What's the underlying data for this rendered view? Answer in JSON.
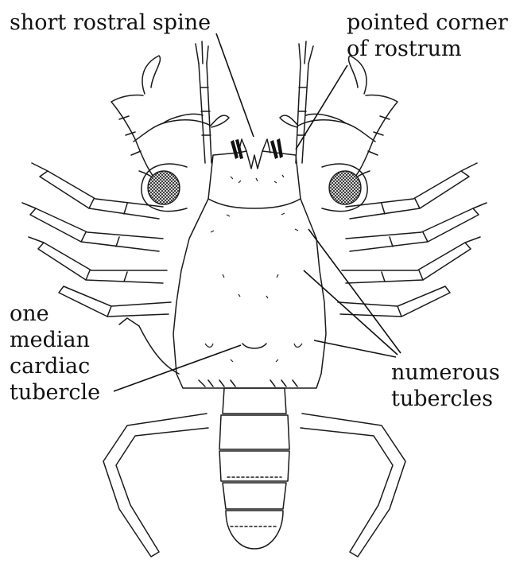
{
  "labels": {
    "rostral_spine": "short rostral spine",
    "rostrum_corner": [
      "pointed corner",
      "of rostrum"
    ],
    "cardiac_tubercle": [
      "one",
      "median",
      "cardiac",
      "tubercle"
    ],
    "tubercles": [
      "numerous",
      "tubercles"
    ]
  },
  "colors": {
    "ink": "#111111",
    "background": "#ffffff"
  }
}
